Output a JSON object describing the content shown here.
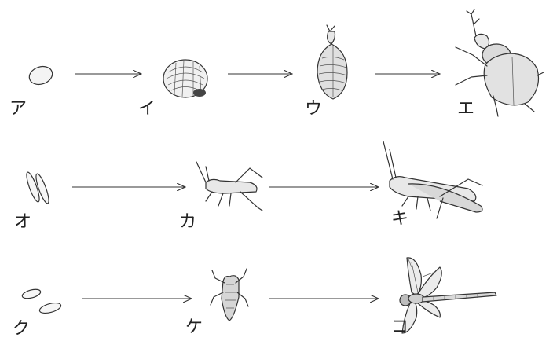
{
  "rows": [
    {
      "stages": [
        {
          "label": "ア",
          "icon": "beetle-egg-icon"
        },
        {
          "label": "イ",
          "icon": "beetle-larva-icon"
        },
        {
          "label": "ウ",
          "icon": "beetle-pupa-icon"
        },
        {
          "label": "エ",
          "icon": "rhinoceros-beetle-icon"
        }
      ]
    },
    {
      "stages": [
        {
          "label": "オ",
          "icon": "grasshopper-eggs-icon"
        },
        {
          "label": "カ",
          "icon": "grasshopper-nymph-icon"
        },
        {
          "label": "キ",
          "icon": "grasshopper-adult-icon"
        }
      ]
    },
    {
      "stages": [
        {
          "label": "ク",
          "icon": "dragonfly-eggs-icon"
        },
        {
          "label": "ケ",
          "icon": "dragonfly-nymph-icon"
        },
        {
          "label": "コ",
          "icon": "dragonfly-adult-icon"
        }
      ]
    }
  ]
}
